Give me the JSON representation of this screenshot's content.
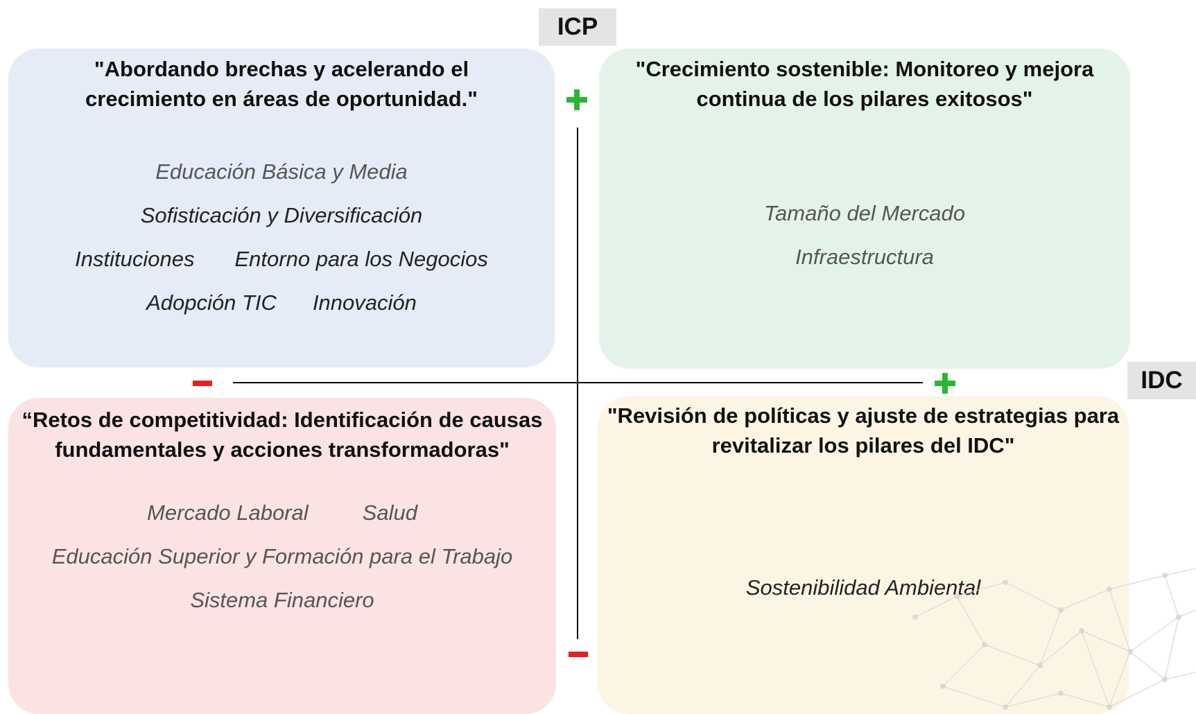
{
  "axes": {
    "vertical_label": "ICP",
    "horizontal_label": "IDC",
    "positive_sign": "+",
    "negative_sign": "−",
    "colors": {
      "axis": "#000000",
      "positive": "#2bb532",
      "negative": "#e52020",
      "label_bg": "#e4e4e4"
    }
  },
  "quadrants": {
    "top_left": {
      "title": "\"Abordando brechas y acelerando el crecimiento en áreas de oportunidad.\"",
      "color": "#e5ecf7",
      "items": {
        "educacion_basica": "Educación Básica y Media",
        "sofisticacion": "Sofisticación y Diversificación",
        "instituciones": "Instituciones",
        "entorno": "Entorno para los Negocios",
        "adopcion_tic": "Adopción TIC",
        "innovacion": "Innovación"
      }
    },
    "top_right": {
      "title": "\"Crecimiento sostenible: Monitoreo y mejora continua de los pilares exitosos\"",
      "color": "#e4f3e9",
      "items": {
        "tamano_mercado": "Tamaño del Mercado",
        "infraestructura": "Infraestructura"
      }
    },
    "bottom_left": {
      "title": "“Retos de competitividad: Identificación de causas fundamentales y acciones transformadoras\"",
      "color": "#fbe2e3",
      "items": {
        "mercado_laboral": "Mercado Laboral",
        "salud": "Salud",
        "educacion_superior": "Educación Superior y Formación para el Trabajo",
        "sistema_financiero": "Sistema Financiero"
      }
    },
    "bottom_right": {
      "title": "\"Revisión de políticas y ajuste de estrategias para revitalizar los pilares del IDC\"",
      "color": "#fdf5e4",
      "items": {
        "sostenibilidad": "Sostenibilidad Ambiental"
      }
    }
  }
}
